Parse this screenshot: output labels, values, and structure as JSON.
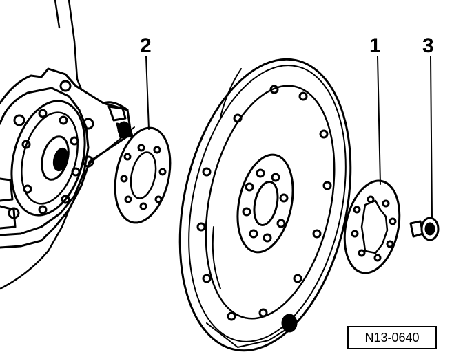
{
  "callouts": {
    "crankshaft_seal": "2",
    "drive_plate": "1",
    "bolt": "3"
  },
  "reference_code": "N13-0640",
  "colors": {
    "ink": "#000000",
    "paper": "#ffffff"
  }
}
